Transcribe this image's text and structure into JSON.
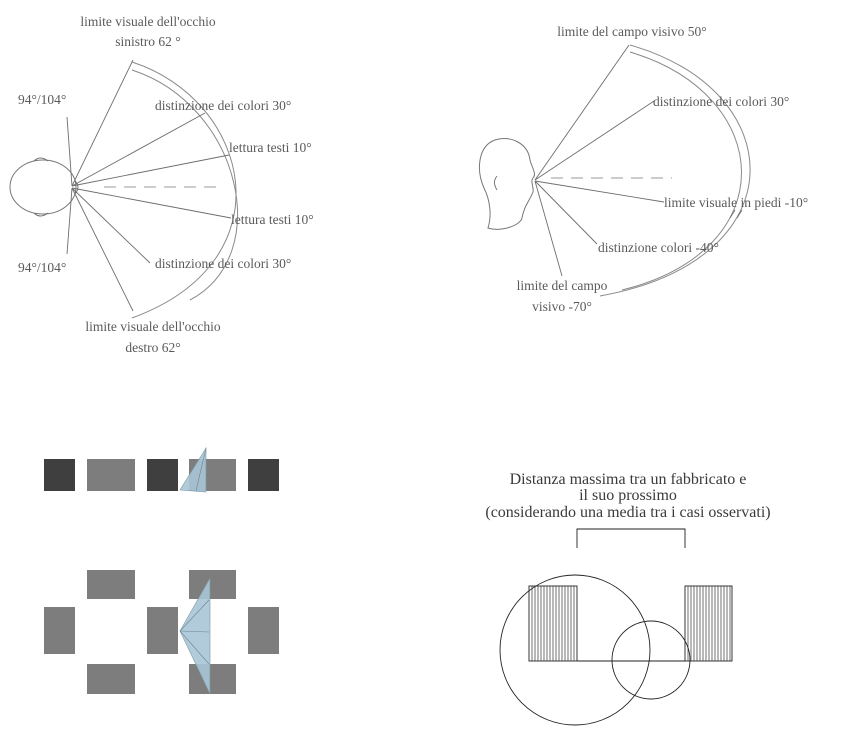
{
  "top_left": {
    "labels": {
      "left_eye_limit": [
        "limite visuale dell'occhio",
        "sinistro 62 °"
      ],
      "angle_top": "94°/104°",
      "color_top": "distinzione dei colori 30°",
      "reading_top": "lettura testi 10°",
      "reading_bottom": "lettura testi 10°",
      "angle_bottom": "94°/104°",
      "color_bottom": "distinzione dei colori 30°",
      "right_eye_limit": [
        "limite visuale dell'occhio",
        "destro 62°"
      ]
    }
  },
  "top_right": {
    "labels": {
      "field_limit_top": "limite del campo visivo 50°",
      "color_top": "distinzione dei colori 30°",
      "standing_limit": "limite visuale in piedi -10°",
      "color_bottom": "distinzione colori -40°",
      "field_limit_bottom": [
        "limite del campo",
        "visivo -70°"
      ]
    }
  },
  "bottom_right": {
    "title": [
      "Distanza massima tra un fabbricato e",
      "il suo prossimo",
      "(considerando una media tra i casi osservati)"
    ]
  },
  "colors": {
    "block_dark": "#3f3f3f",
    "block_mid": "#7d7d7d",
    "glass": "#a9c6d6"
  }
}
